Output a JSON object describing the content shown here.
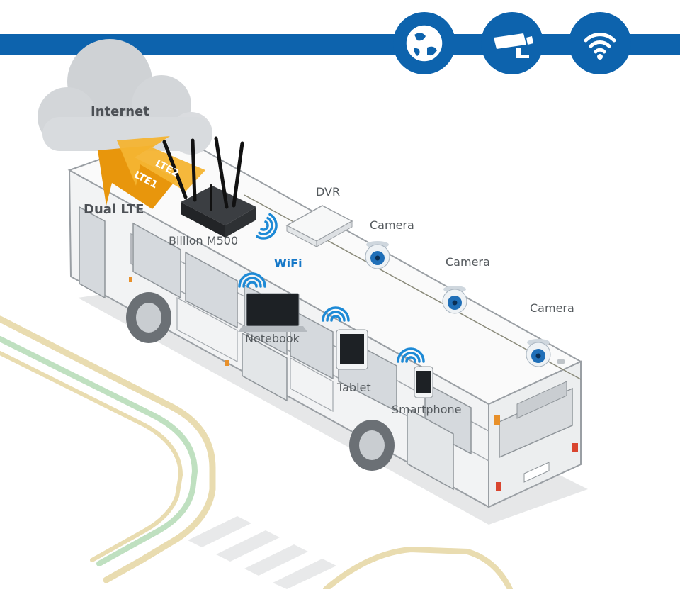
{
  "header": {
    "bar_color": "#0d63ad",
    "icons": [
      "globe-icon",
      "cctv-camera-icon",
      "wifi-icon"
    ]
  },
  "labels": {
    "internet": "Internet",
    "lte2": "LTE2",
    "lte1": "LTE1",
    "dual_lte": "Dual LTE",
    "router": "Billion M500",
    "dvr": "DVR",
    "wifi": "WiFi",
    "camera1": "Camera",
    "camera2": "Camera",
    "camera3": "Camera",
    "notebook": "Notebook",
    "tablet": "Tablet",
    "smartphone": "Smartphone"
  },
  "colors": {
    "accent_blue": "#0d63ad",
    "wifi_blue": "#1e8ad6",
    "lte_orange": "#e8960c",
    "road_green": "#bfe0c0",
    "road_tan": "#e9dcb0",
    "bus_body": "#f4f5f5"
  }
}
